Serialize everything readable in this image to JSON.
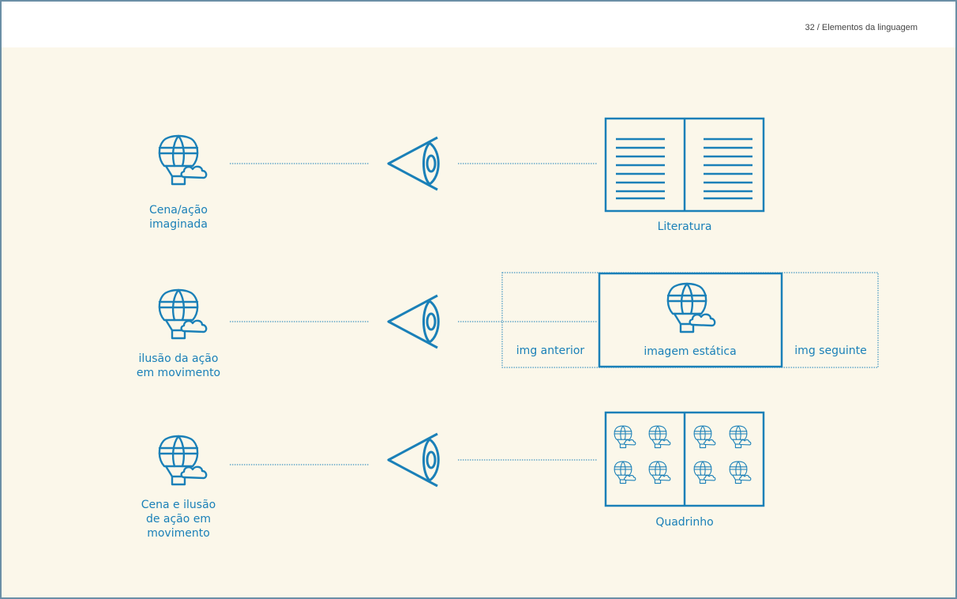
{
  "header": {
    "page_number": "32 /",
    "section_title": "Elementos da linguagem"
  },
  "colors": {
    "accent": "#1a80b8",
    "background": "#fbf7ea",
    "header_bg": "#ffffff"
  },
  "rows": [
    {
      "source_label_line1": "Cena/ação",
      "source_label_line2": "imaginada",
      "media_label": "Literatura"
    },
    {
      "source_label_line1": "ilusão da ação",
      "source_label_line2": "em movimento",
      "prev_label": "img anterior",
      "media_label": "imagem estática",
      "next_label": "img seguinte"
    },
    {
      "source_label_line1": "Cena e ilusão",
      "source_label_line2": "de ação em",
      "source_label_line3": "movimento",
      "media_label": "Quadrinho"
    }
  ]
}
